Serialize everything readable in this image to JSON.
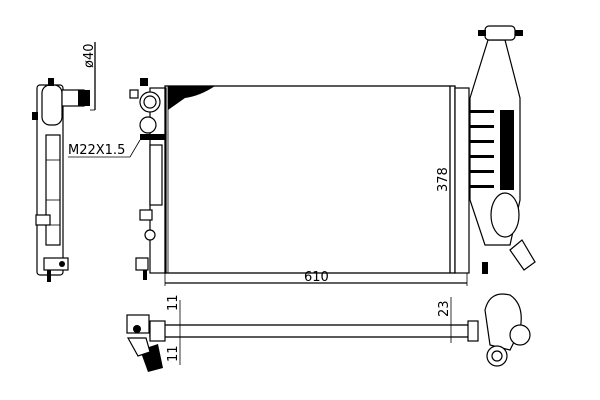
{
  "drawing": {
    "labels": {
      "hose_diameter": "ø40",
      "thread_size": "M22X1.5",
      "core_height": "378",
      "core_width": "610",
      "left_top_offset": "11",
      "left_bottom_offset": "11",
      "right_depth": "23"
    }
  }
}
